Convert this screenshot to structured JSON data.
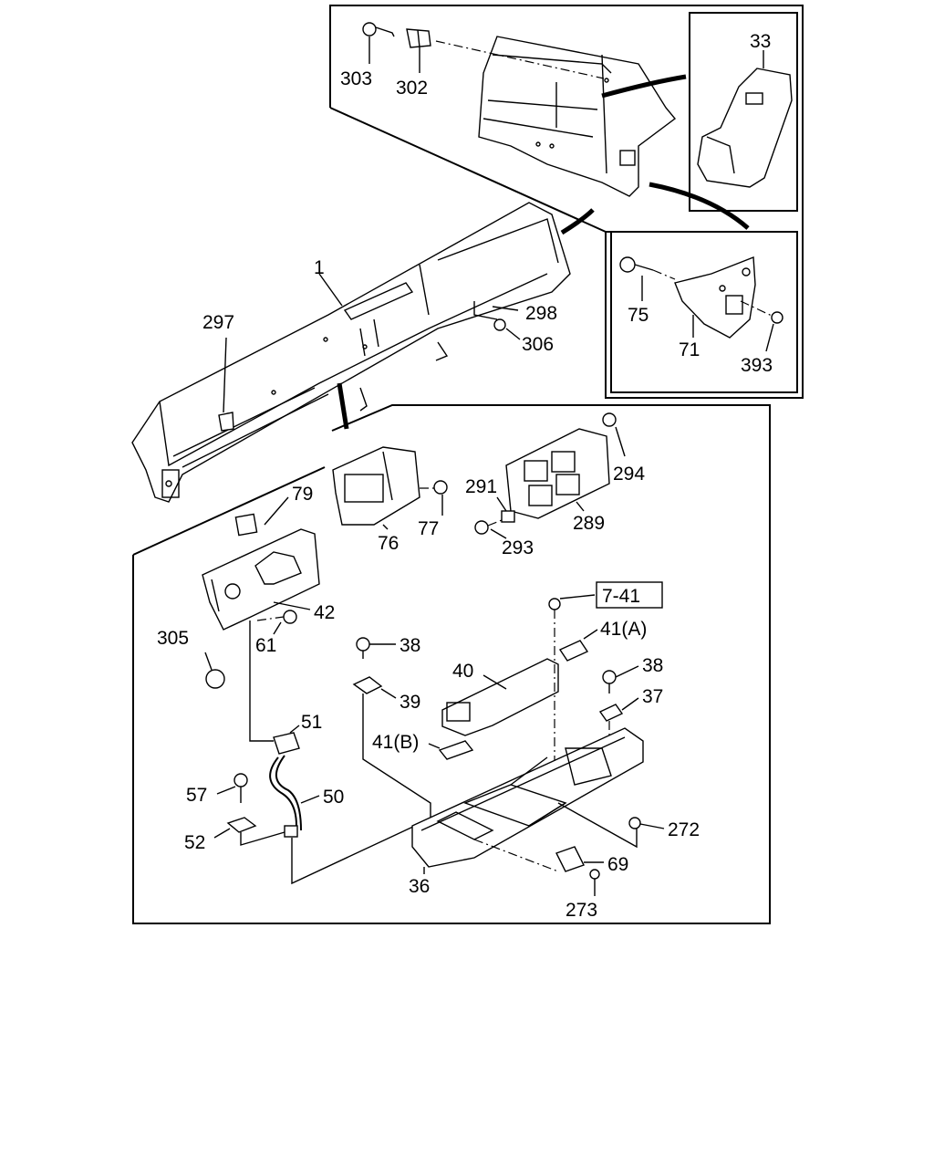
{
  "callouts": {
    "p1": "1",
    "p33": "33",
    "p302": "302",
    "p303": "303",
    "p75": "75",
    "p71": "71",
    "p393": "393",
    "p297": "297",
    "p298": "298",
    "p306": "306",
    "p79": "79",
    "p76": "76",
    "p77": "77",
    "p291": "291",
    "p293": "293",
    "p289": "289",
    "p294": "294",
    "p42": "42",
    "p61": "61",
    "p305": "305",
    "p7_41": "7-41",
    "p41a": "41(A)",
    "p38a": "38",
    "p38b": "38",
    "p39": "39",
    "p40": "40",
    "p37": "37",
    "p41b": "41(B)",
    "p51": "51",
    "p50": "50",
    "p57": "57",
    "p52": "52",
    "p36": "36",
    "p272": "272",
    "p69": "69",
    "p273": "273"
  }
}
